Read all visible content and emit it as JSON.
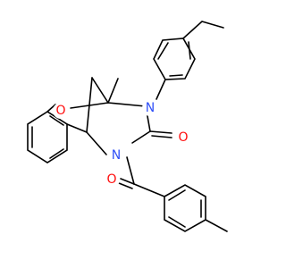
{
  "structure": {
    "atoms": [
      {
        "id": "o_ring",
        "element": "O",
        "label": "O",
        "color": "#ff0d0d"
      },
      {
        "id": "n_aryl",
        "element": "N",
        "label": "N",
        "color": "#3050f8"
      },
      {
        "id": "n_acyl",
        "element": "N",
        "label": "N",
        "color": "#3050f8"
      },
      {
        "id": "o_urea",
        "element": "O",
        "label": "O",
        "color": "#ff0d0d"
      },
      {
        "id": "o_benzoyl",
        "element": "O",
        "label": "O",
        "color": "#ff0d0d"
      }
    ],
    "bond_color": "#000000",
    "background": "#ffffff"
  }
}
